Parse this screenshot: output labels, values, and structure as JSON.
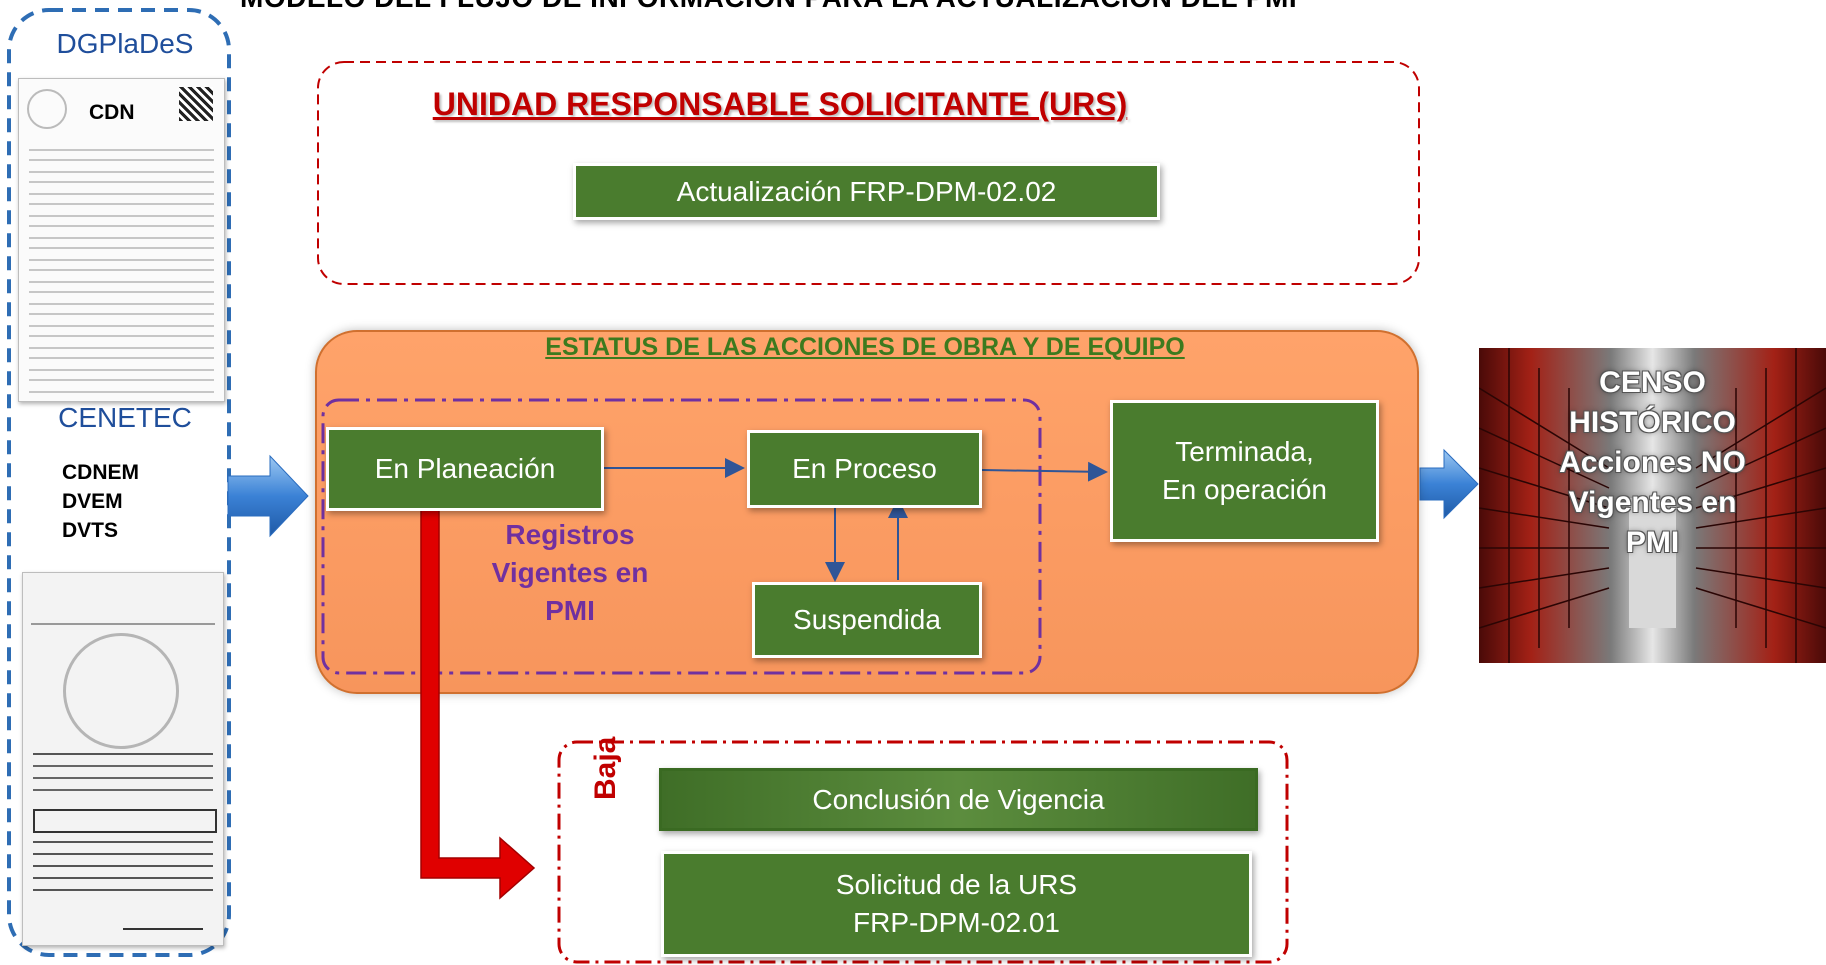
{
  "title": "MODELO DEL FLUJO DE INFORMACIÓN PARA LA ACTUALIZACIÓN DEL PMI",
  "sidebar": {
    "top_label": "DGPlaDeS",
    "doc1_code": "CDN",
    "middle_label": "CENETEC",
    "codes": [
      "CDNEM",
      "DVEM",
      "DVTS"
    ]
  },
  "urs": {
    "title": "UNIDAD RESPONSABLE  SOLICITANTE  (URS)",
    "update_box": "Actualización  FRP-DPM-02.02"
  },
  "status": {
    "title": "ESTATUS DE LAS ACCIONES DE OBRA Y DE EQUIPO",
    "planeacion": "En Planeación",
    "proceso": "En Proceso",
    "suspendida": "Suspendida",
    "terminada_line1": "Terminada,",
    "terminada_line2": "En operación",
    "registros_line1": "Registros",
    "registros_line2": "Vigentes en",
    "registros_line3": "PMI"
  },
  "censo": {
    "lines": [
      "CENSO",
      "HISTÓRICO",
      "Acciones NO",
      "Vigentes en",
      "PMI"
    ]
  },
  "baja": {
    "label": "Baja",
    "conclusion": "Conclusión de Vigencia",
    "solicitud_line1": "Solicitud de la URS",
    "solicitud_line2": "FRP-DPM-02.01"
  },
  "colors": {
    "green_box": "#4a7c2e",
    "red_dashed": "#c00000",
    "blue_dashed": "#2e6db4",
    "purple_dashed": "#7030a0",
    "orange_panel": "#ffa36a",
    "arrow_red": "#e00000",
    "arrow_blue": "#2f74c6"
  }
}
